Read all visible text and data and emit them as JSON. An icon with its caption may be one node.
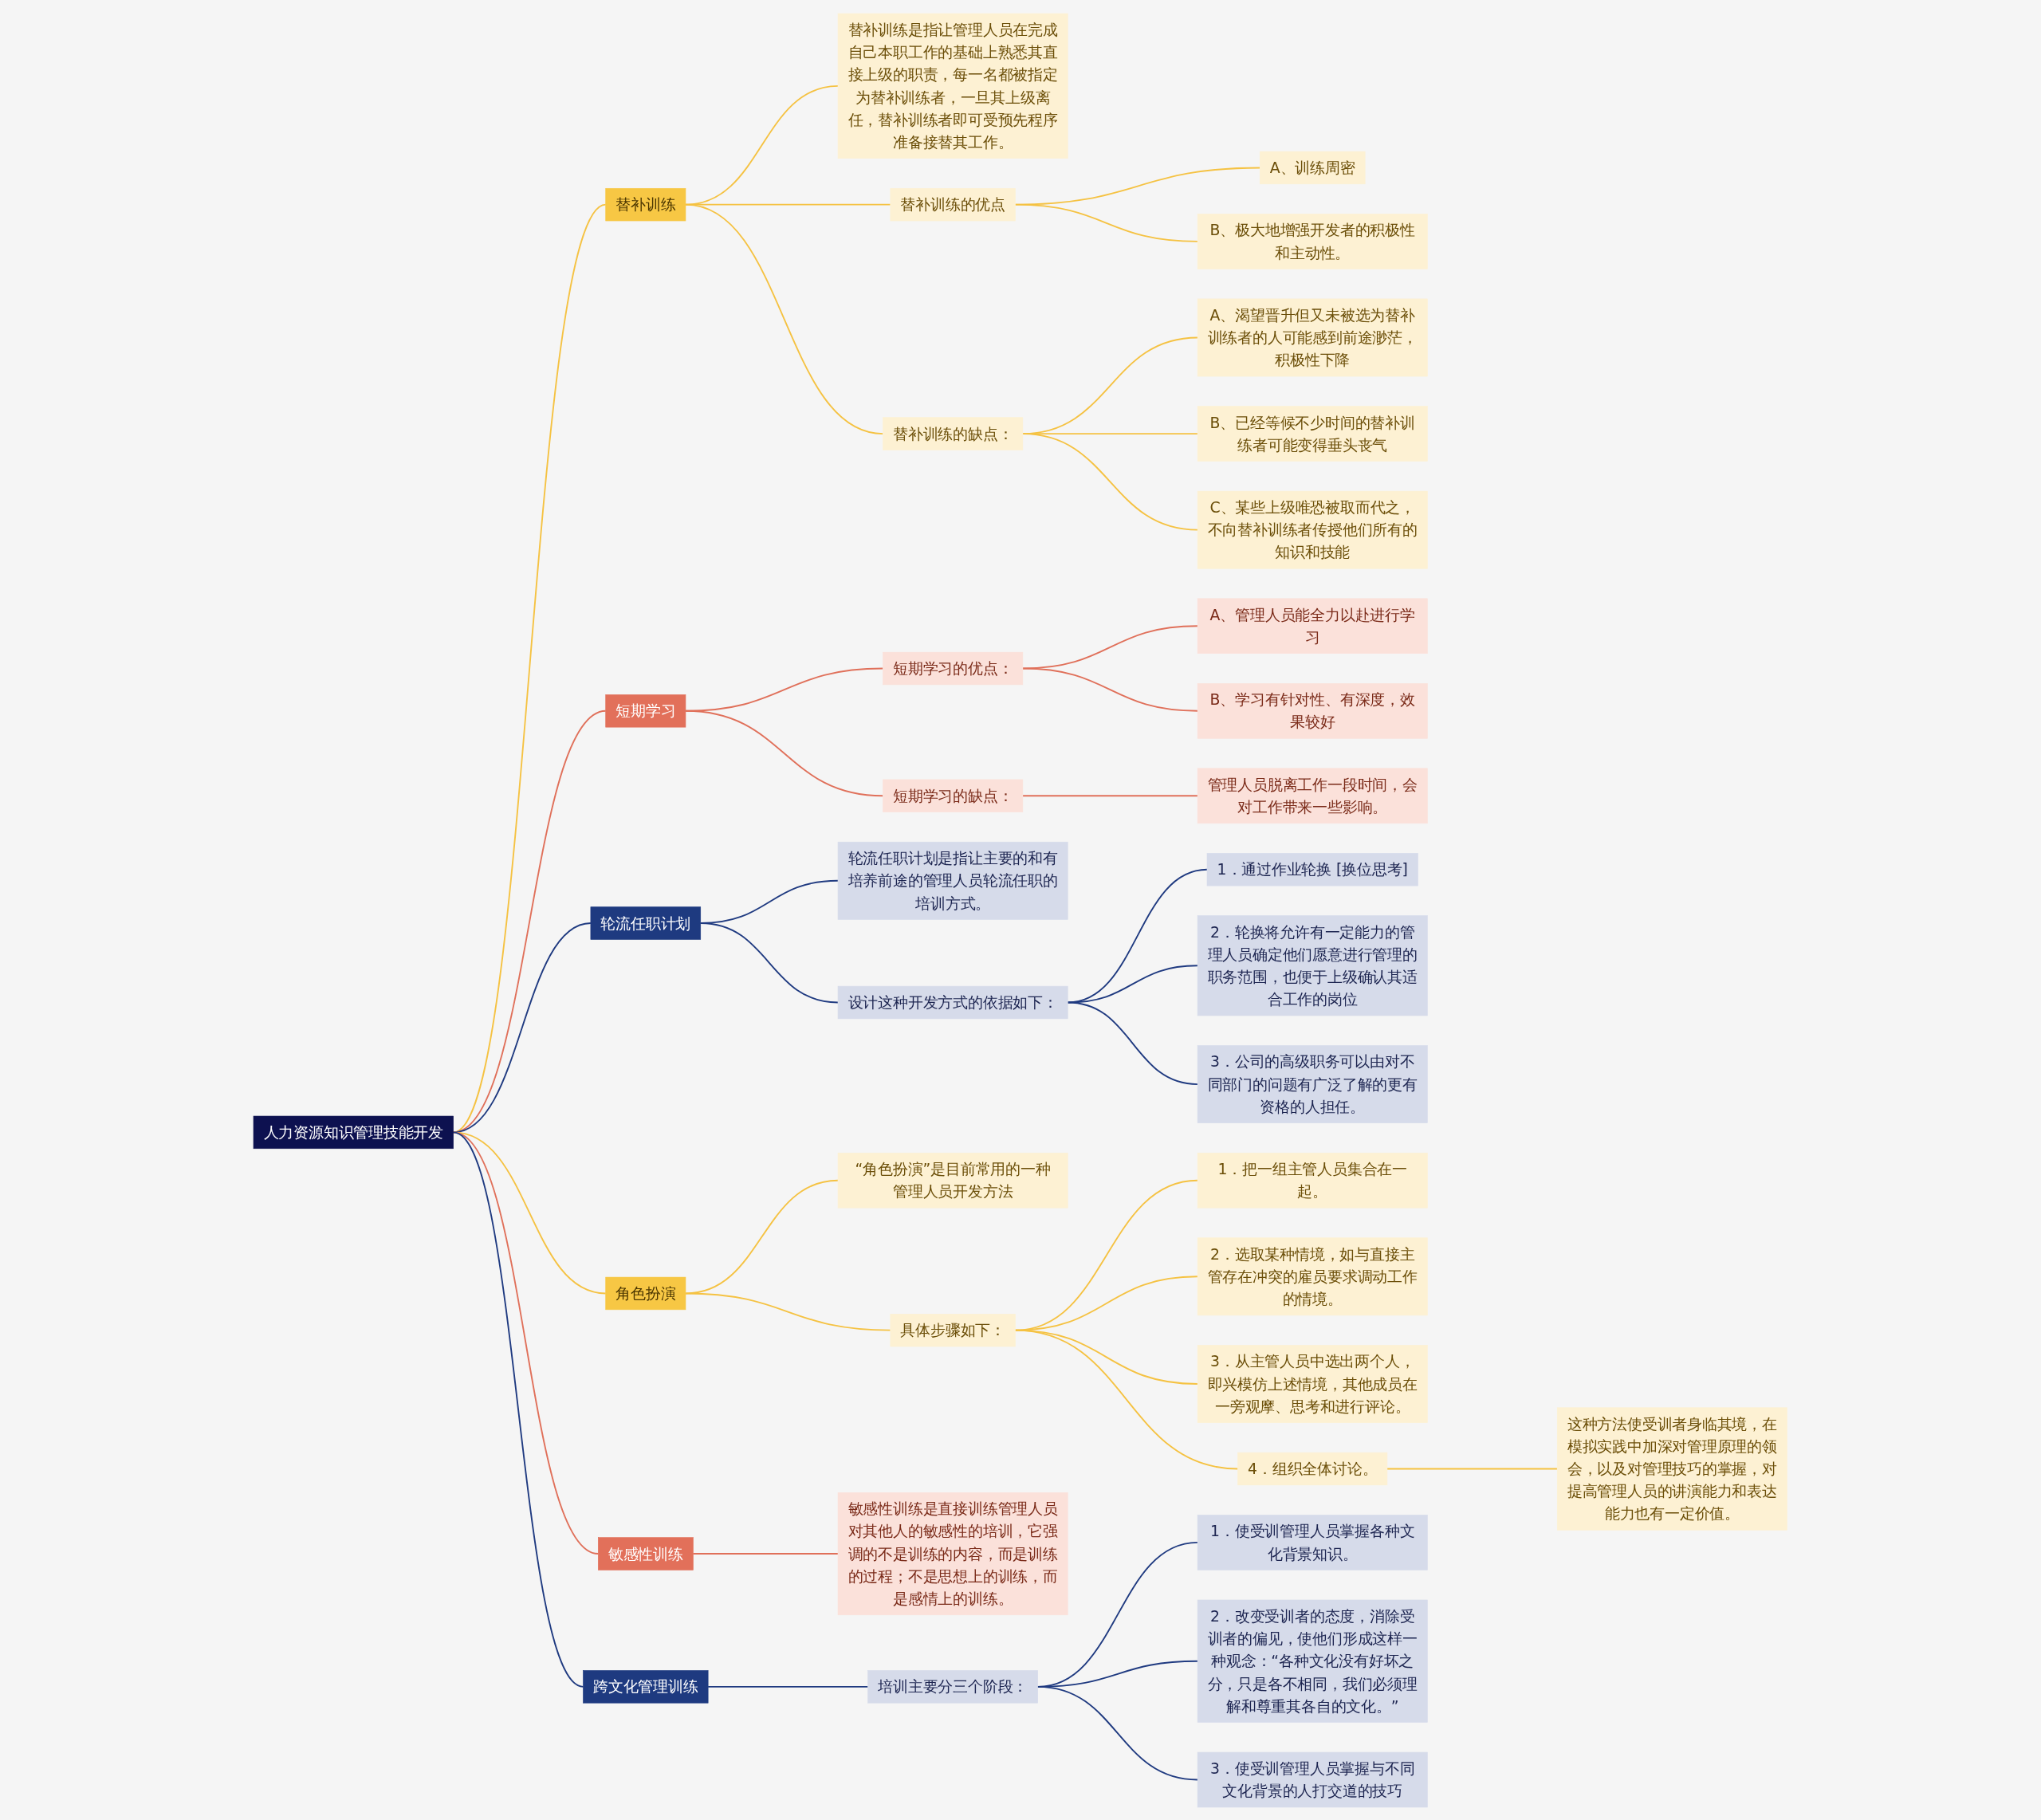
{
  "diagram": {
    "nodes": [
      {
        "text": [
          "人力资源知识管理技能开发"
        ]
      },
      {
        "text": [
          "替补训练"
        ]
      },
      {
        "text": [
          "替补训练是指让管理人员在完成自己本职工作的基础上熟悉其直接上级的职责，每一名都被指定为替补训练者，一旦其上级离任，替补训练者即可受预先程序准备接替其工作。"
        ]
      },
      {
        "text": [
          "替补训练的优点"
        ]
      },
      {
        "text": [
          "A、训练周密"
        ]
      },
      {
        "text": [
          "B、极大地增强开发者的积极性和主动性。"
        ]
      },
      {
        "text": [
          "替补训练的缺点："
        ]
      },
      {
        "text": [
          "A、渴望晋升但又未被选为替补训练者的人可能感到前途渺茫，积极性下降"
        ]
      },
      {
        "text": [
          "B、已经等候不少时间的替补训练者可能变得垂头丧气"
        ]
      },
      {
        "text": [
          "C、某些上级唯恐被取而代之，不向替补训练者传授他们所有的知识和技能"
        ]
      },
      {
        "text": [
          "短期学习"
        ]
      },
      {
        "text": [
          "短期学习的优点："
        ]
      },
      {
        "text": [
          "A、管理人员能全力以赴进行学习"
        ]
      },
      {
        "text": [
          "B、学习有针对性、有深度，效果较好"
        ]
      },
      {
        "text": [
          "短期学习的缺点："
        ]
      },
      {
        "text": [
          "管理人员脱离工作一段时间，会对工作带来一些影响。"
        ]
      },
      {
        "text": [
          "轮流任职计划"
        ]
      },
      {
        "text": [
          "轮流任职计划是指让主要的和有培养前途的管理人员轮流任职的培训方式。"
        ]
      },
      {
        "text": [
          "设计这种开发方式的依据如下："
        ]
      },
      {
        "text": [
          "1．通过作业轮换 [换位思考]"
        ]
      },
      {
        "text": [
          "2．轮换将允许有一定能力的管理人员确定他们愿意进行管理的职务范围，也便于上级确认其适合工作的岗位"
        ]
      },
      {
        "text": [
          "3．公司的高级职务可以由对不同部门的问题有广泛了解的更有资格的人担任。"
        ]
      },
      {
        "text": [
          "角色扮演"
        ]
      },
      {
        "text": [
          "“角色扮演”是目前常用的一种管理人员开发方法"
        ]
      },
      {
        "text": [
          "具体步骤如下："
        ]
      },
      {
        "text": [
          "1．把一组主管人员集合在一起。"
        ]
      },
      {
        "text": [
          "2．选取某种情境，如与直接主管存在冲突的雇员要求调动工作的情境。"
        ]
      },
      {
        "text": [
          "3．从主管人员中选出两个人，即兴模仿上述情境，其他成员在一旁观摩、思考和进行评论。"
        ]
      },
      {
        "text": [
          "4．组织全体讨论。"
        ]
      },
      {
        "text": [
          "这种方法使受训者身临其境，在模拟实践中加深对管理原理的领会，以及对管理技巧的掌握，对提高管理人员的讲演能力和表达能力也有一定价值。"
        ]
      },
      {
        "text": [
          "敏感性训练"
        ]
      },
      {
        "text": [
          "敏感性训练是直接训练管理人员对其他人的敏感性的培训，它强调的不是训练的内容，而是训练的过程；不是思想上的训练，而是感情上的训练。"
        ]
      },
      {
        "text": [
          "跨文化管理训练"
        ]
      },
      {
        "text": [
          "培训主要分三个阶段："
        ]
      },
      {
        "text": [
          "1．使受训管理人员掌握各种文化背景知识。"
        ]
      },
      {
        "text": [
          "2．改变受训者的态度，消除受训者的偏见，使他们形成这样一种观念：“各种文化没有好坏之分，只是各不相同，我们必须理解和尊重其各自的文化。”"
        ]
      },
      {
        "text": [
          "3．使受训管理人员掌握与不同文化背景的人打交道的技巧"
        ]
      }
    ],
    "edges": [
      {
        "from": 0,
        "to": 1,
        "arrow": "none"
      },
      {
        "from": 1,
        "to": 2,
        "arrow": "none"
      },
      {
        "from": 1,
        "to": 3,
        "arrow": "none"
      },
      {
        "from": 3,
        "to": 4,
        "arrow": "none"
      },
      {
        "from": 3,
        "to": 5,
        "arrow": "none"
      },
      {
        "from": 1,
        "to": 6,
        "arrow": "none"
      },
      {
        "from": 6,
        "to": 7,
        "arrow": "none"
      },
      {
        "from": 6,
        "to": 8,
        "arrow": "none"
      },
      {
        "from": 6,
        "to": 9,
        "arrow": "none"
      },
      {
        "from": 0,
        "to": 10,
        "arrow": "none",
        "color": "#e0705a"
      },
      {
        "from": 10,
        "to": 11,
        "arrow": "none",
        "color": "#e0705a"
      },
      {
        "from": 11,
        "to": 12,
        "arrow": "none",
        "color": "#e0705a"
      },
      {
        "from": 11,
        "to": 13,
        "arrow": "none",
        "color": "#e0705a"
      },
      {
        "from": 10,
        "to": 14,
        "arrow": "none",
        "color": "#e0705a"
      },
      {
        "from": 14,
        "to": 15,
        "arrow": "none",
        "color": "#e0705a"
      },
      {
        "from": 0,
        "to": 16,
        "arrow": "none",
        "color": "#1f3a80"
      },
      {
        "from": 16,
        "to": 17,
        "arrow": "none",
        "color": "#1f3a80"
      },
      {
        "from": 16,
        "to": 18,
        "arrow": "none",
        "color": "#1f3a80"
      },
      {
        "from": 18,
        "to": 19,
        "arrow": "none",
        "color": "#1f3a80"
      },
      {
        "from": 18,
        "to": 20,
        "arrow": "none",
        "color": "#1f3a80"
      },
      {
        "from": 18,
        "to": 21,
        "arrow": "none",
        "color": "#1f3a80"
      },
      {
        "from": 0,
        "to": 22,
        "arrow": "none"
      },
      {
        "from": 22,
        "to": 23,
        "arrow": "none"
      },
      {
        "from": 22,
        "to": 24,
        "arrow": "none"
      },
      {
        "from": 24,
        "to": 25,
        "arrow": "none"
      },
      {
        "from": 24,
        "to": 26,
        "arrow": "none"
      },
      {
        "from": 24,
        "to": 27,
        "arrow": "none"
      },
      {
        "from": 24,
        "to": 28,
        "arrow": "none"
      },
      {
        "from": 28,
        "to": 29,
        "arrow": "none"
      },
      {
        "from": 0,
        "to": 30,
        "arrow": "none",
        "color": "#e0705a"
      },
      {
        "from": 30,
        "to": 31,
        "arrow": "none",
        "color": "#e0705a"
      },
      {
        "from": 0,
        "to": 32,
        "arrow": "none",
        "color": "#1f3a80"
      },
      {
        "from": 32,
        "to": 33,
        "arrow": "none",
        "color": "#1f3a80"
      },
      {
        "from": 33,
        "to": 34,
        "arrow": "none",
        "color": "#1f3a80"
      },
      {
        "from": 33,
        "to": 35,
        "arrow": "none",
        "color": "#1f3a80"
      },
      {
        "from": 33,
        "to": 36,
        "arrow": "none",
        "color": "#1f3a80"
      }
    ]
  }
}
